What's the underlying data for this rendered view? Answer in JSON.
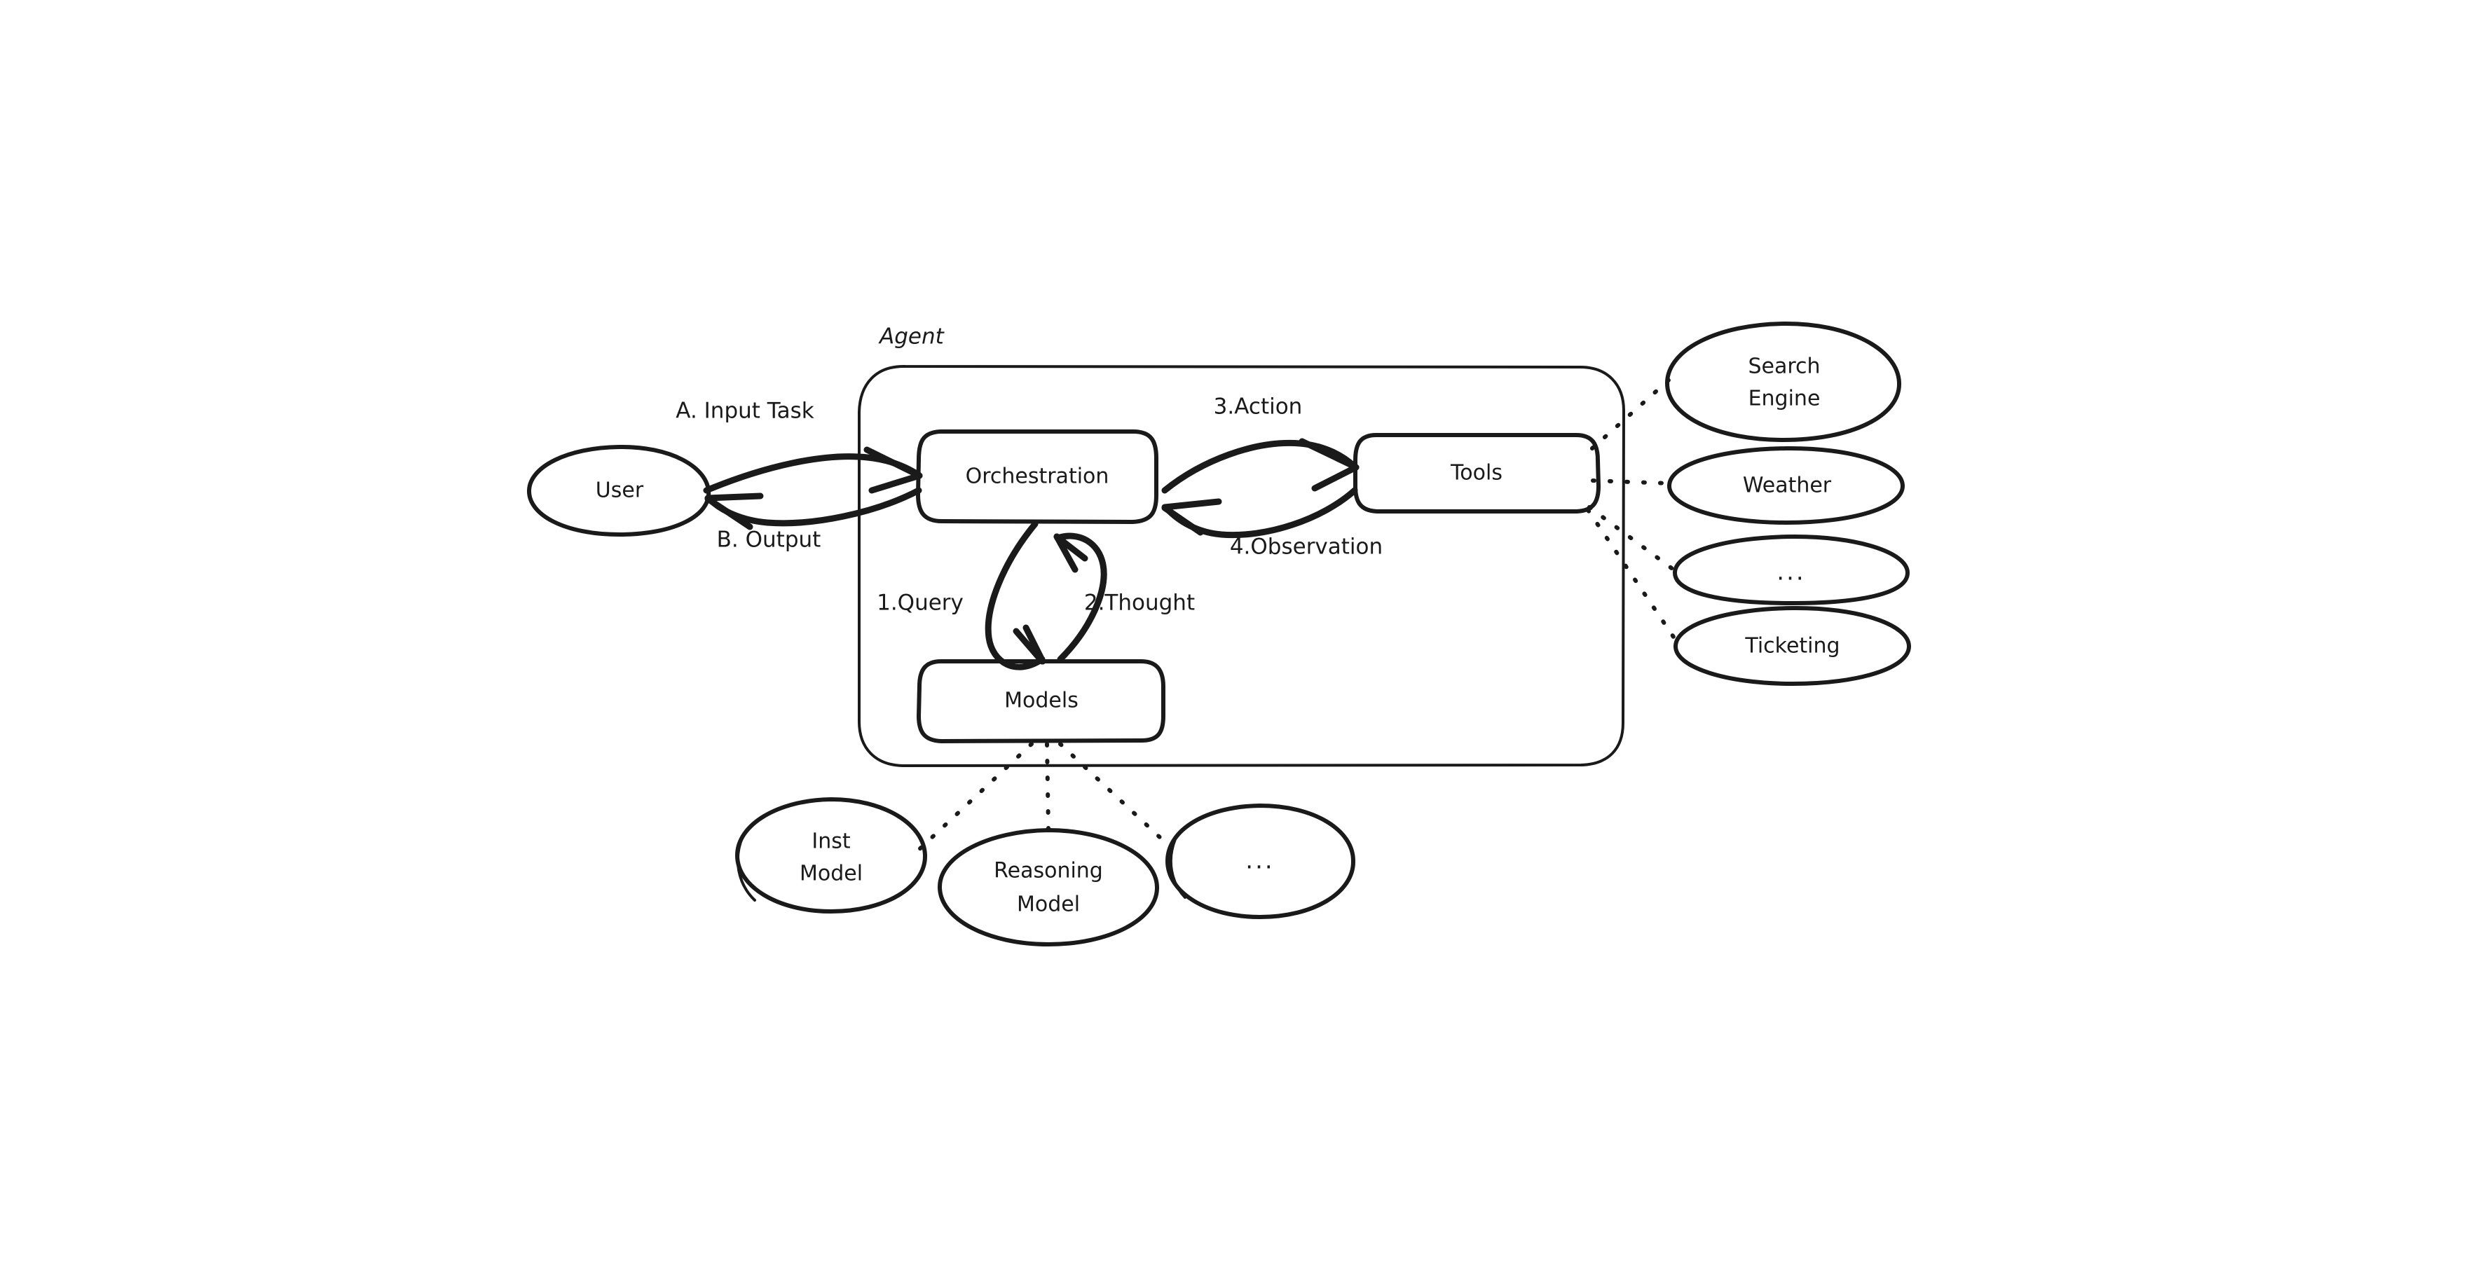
{
  "diagram": {
    "title": "Agent architecture diagram",
    "style": "hand-drawn sketch",
    "background_color": "#ffffff",
    "stroke_color": "#1a1a1a"
  },
  "group": {
    "agent_label": "Agent"
  },
  "nodes": {
    "user": {
      "label": "User",
      "shape": "ellipse"
    },
    "orchestration": {
      "label": "Orchestration",
      "shape": "rounded-rect"
    },
    "tools": {
      "label": "Tools",
      "shape": "rounded-rect"
    },
    "models": {
      "label": "Models",
      "shape": "rounded-rect"
    }
  },
  "tool_nodes": [
    {
      "label_line1": "Search",
      "label_line2": "Engine",
      "shape": "ellipse"
    },
    {
      "label_line1": "Weather",
      "label_line2": "",
      "shape": "ellipse"
    },
    {
      "label_line1": "...",
      "label_line2": "",
      "shape": "ellipse"
    },
    {
      "label_line1": "Ticketing",
      "label_line2": "",
      "shape": "ellipse"
    }
  ],
  "model_nodes": [
    {
      "label_line1": "Inst",
      "label_line2": "Model",
      "shape": "ellipse"
    },
    {
      "label_line1": "Reasoning",
      "label_line2": "Model",
      "shape": "ellipse"
    },
    {
      "label_line1": "...",
      "label_line2": "",
      "shape": "ellipse"
    }
  ],
  "edges": [
    {
      "id": "a",
      "label": "A. Input Task",
      "from": "user",
      "to": "orchestration"
    },
    {
      "id": "b",
      "label": "B. Output",
      "from": "orchestration",
      "to": "user"
    },
    {
      "id": "1",
      "label": "1.Query",
      "from": "orchestration",
      "to": "models"
    },
    {
      "id": "2",
      "label": "2.Thought",
      "from": "models",
      "to": "orchestration"
    },
    {
      "id": "3",
      "label": "3.Action",
      "from": "orchestration",
      "to": "tools"
    },
    {
      "id": "4",
      "label": "4.Observation",
      "from": "tools",
      "to": "orchestration"
    }
  ]
}
